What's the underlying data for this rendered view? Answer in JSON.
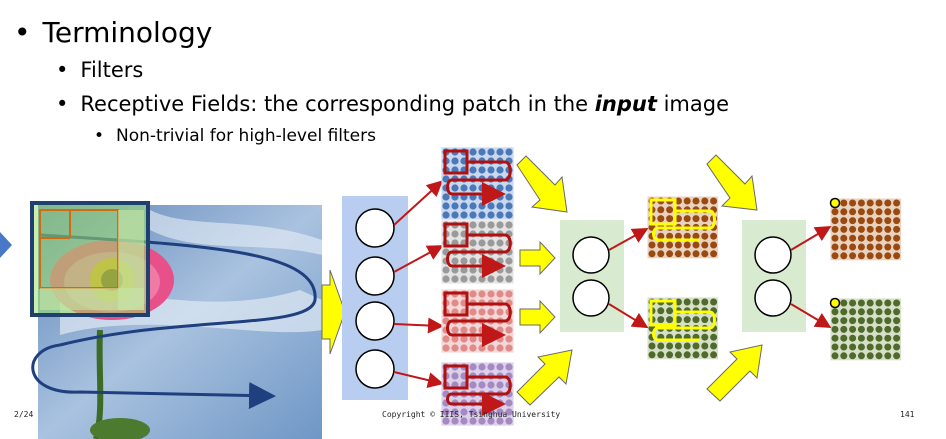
{
  "slide": {
    "bullets": {
      "level1": "Terminology",
      "filters": "Filters",
      "rf_prefix": "Receptive Fields: the corresponding patch in the ",
      "rf_emph": "input",
      "rf_suffix": " image",
      "nontrivial": "Non-trivial for high-level filters"
    },
    "footer": {
      "left": "2/24",
      "center": "Copyright © IIIS, Tsinghua University",
      "right": "141"
    }
  },
  "colors": {
    "blue_dots": "#4a78b8",
    "gray_dots": "#9a9a9a",
    "pink_dots": "#e08a8a",
    "purple_dots": "#a48ac0",
    "brown_dots": "#9a4a10",
    "olive_dots": "#4f6a2a",
    "arrow_red": "#c01818",
    "arrow_yellow": "#ffff00"
  }
}
